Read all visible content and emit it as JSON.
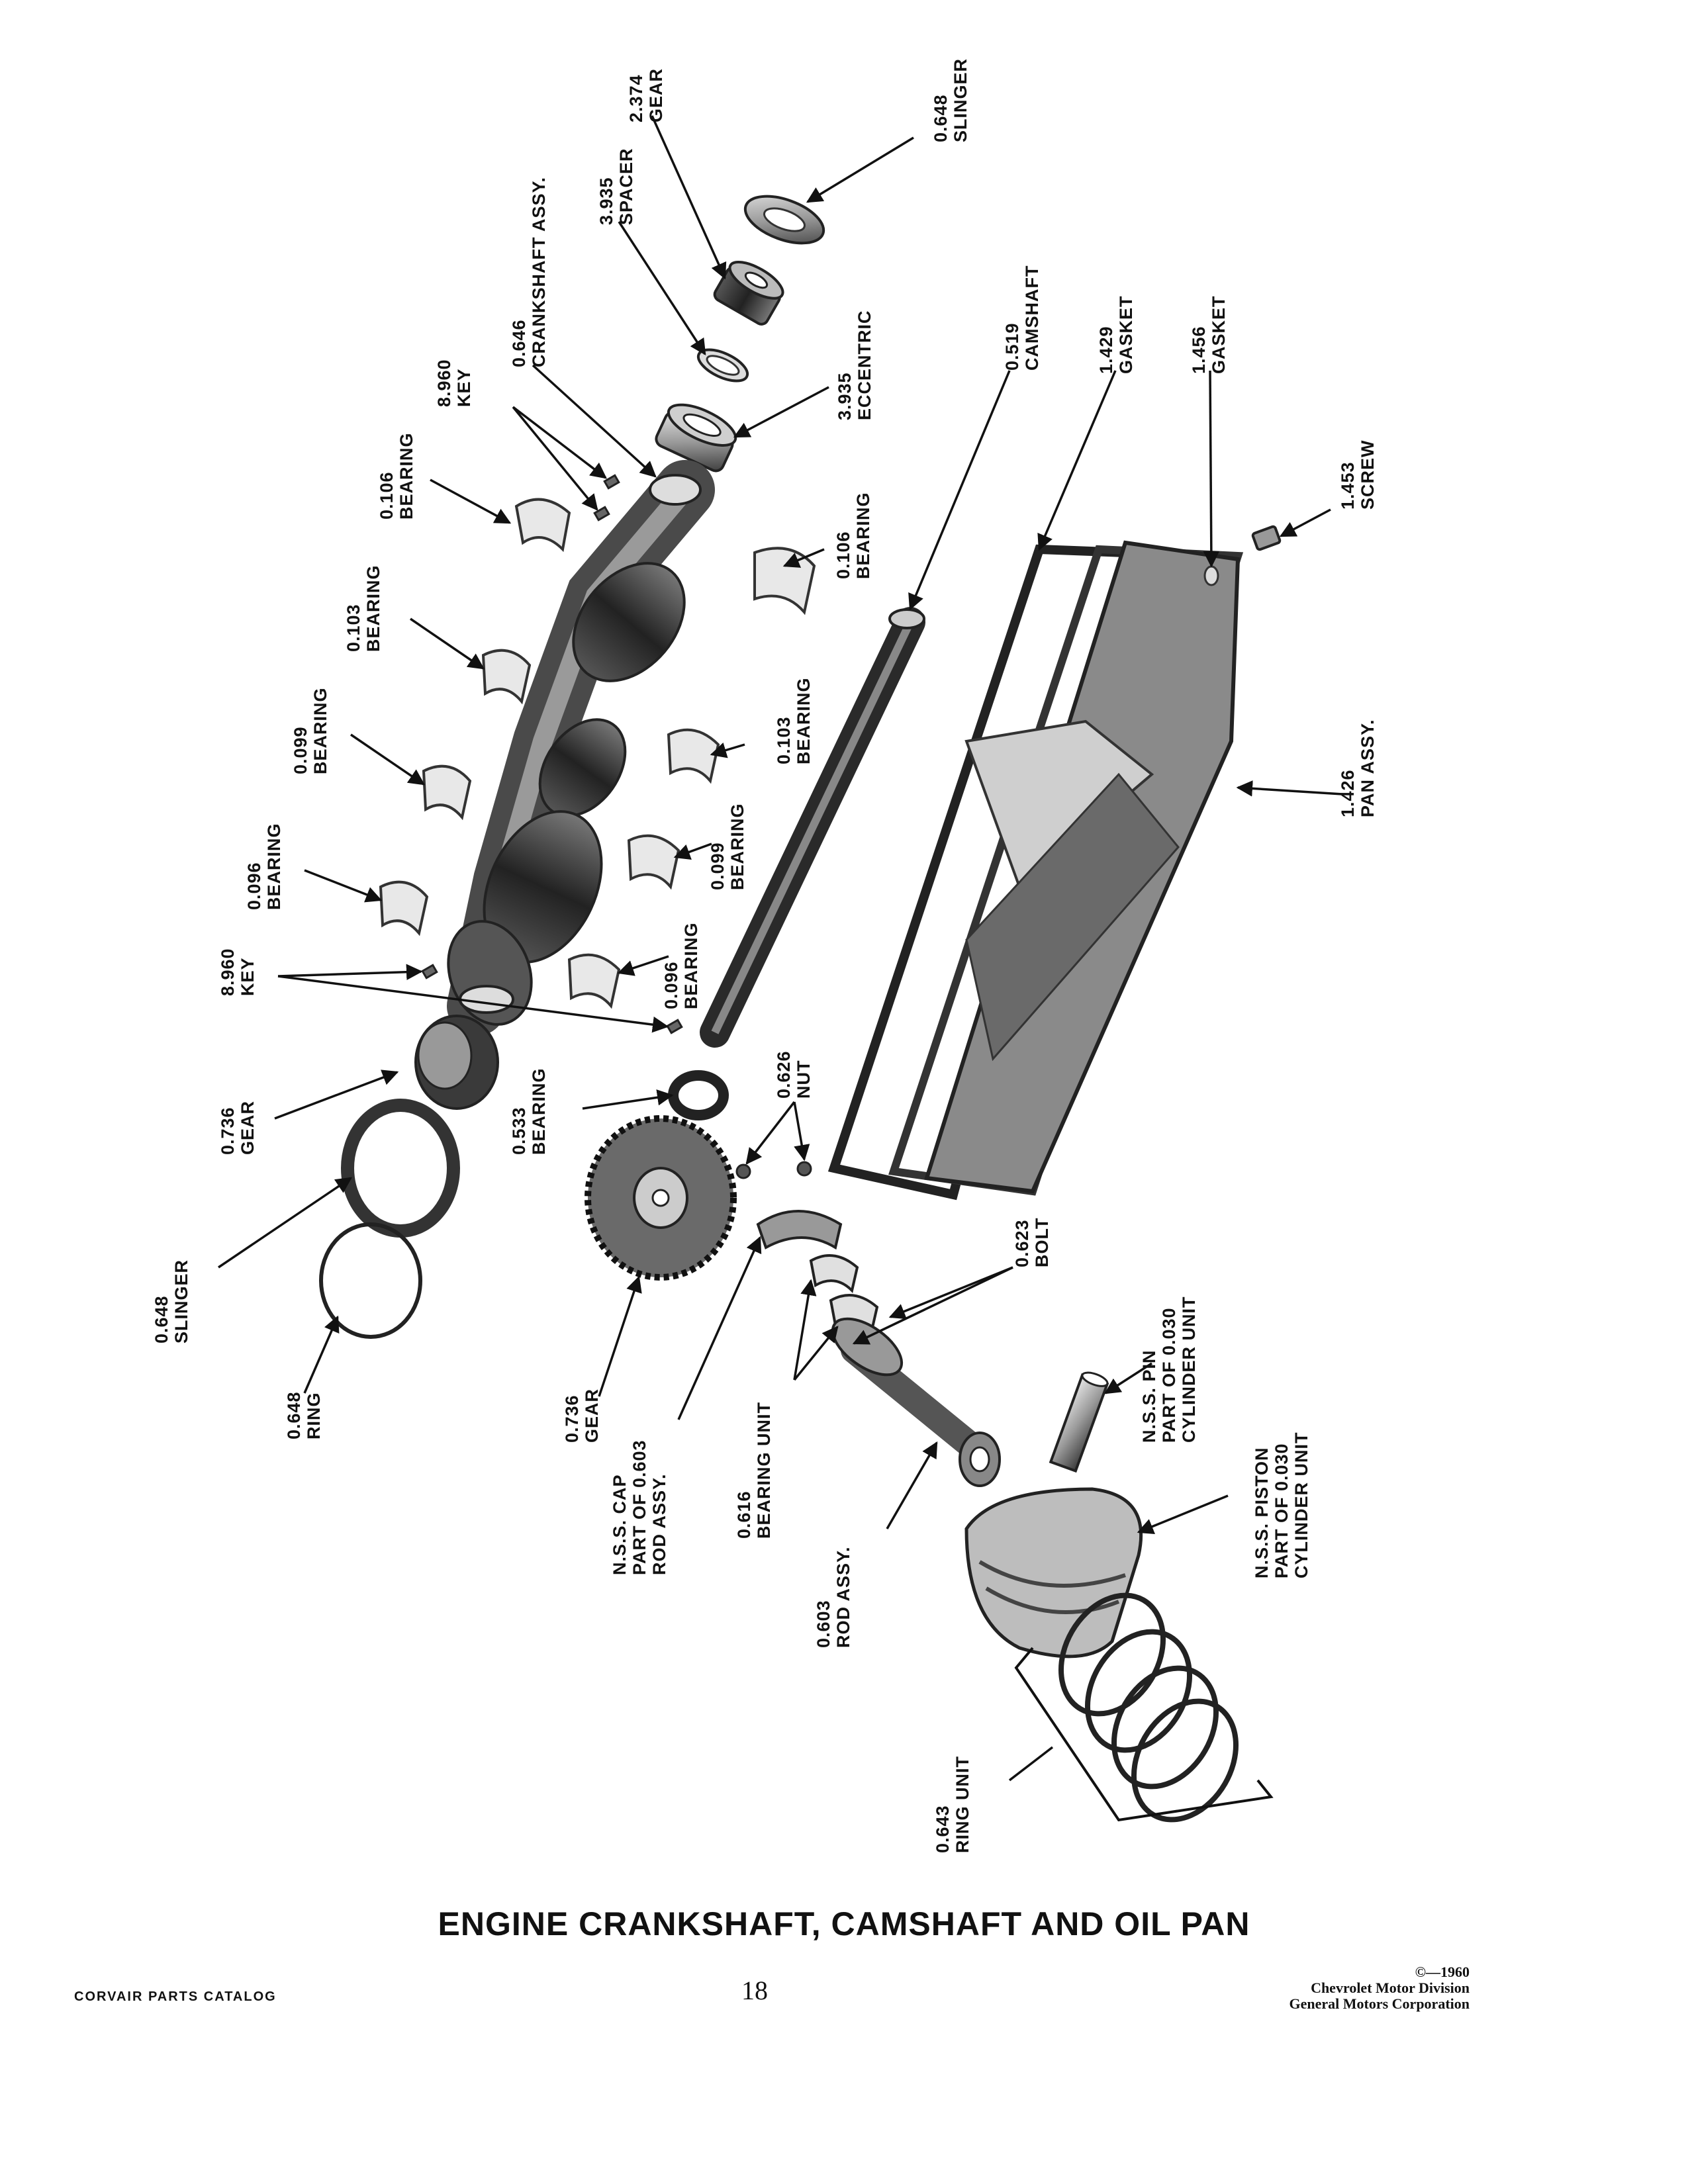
{
  "title": "ENGINE CRANKSHAFT, CAMSHAFT AND OIL PAN",
  "page_number": "18",
  "catalog_name": "CORVAIR PARTS CATALOG",
  "copyright": [
    "©—1960",
    "Chevrolet Motor Division",
    "General Motors Corporation"
  ],
  "callouts": [
    {
      "id": "slinger-top",
      "lines": [
        "0.648",
        "SLINGER"
      ]
    },
    {
      "id": "gear-top",
      "lines": [
        "2.374",
        "GEAR"
      ]
    },
    {
      "id": "spacer",
      "lines": [
        "3.935",
        "SPACER"
      ]
    },
    {
      "id": "crankshaft-assy",
      "lines": [
        "0.646",
        "CRANKSHAFT ASSY."
      ]
    },
    {
      "id": "key-top",
      "lines": [
        "8.960",
        "KEY"
      ]
    },
    {
      "id": "eccentric",
      "lines": [
        "3.935",
        "ECCENTRIC"
      ]
    },
    {
      "id": "camshaft",
      "lines": [
        "0.519",
        "CAMSHAFT"
      ]
    },
    {
      "id": "gasket-1429",
      "lines": [
        "1.429",
        "GASKET"
      ]
    },
    {
      "id": "gasket-1456",
      "lines": [
        "1.456",
        "GASKET"
      ]
    },
    {
      "id": "screw",
      "lines": [
        "1.453",
        "SCREW"
      ]
    },
    {
      "id": "bearing-106-left",
      "lines": [
        "0.106",
        "BEARING"
      ]
    },
    {
      "id": "bearing-106-right",
      "lines": [
        "0.106",
        "BEARING"
      ]
    },
    {
      "id": "bearing-103-left",
      "lines": [
        "0.103",
        "BEARING"
      ]
    },
    {
      "id": "bearing-103-right",
      "lines": [
        "0.103",
        "BEARING"
      ]
    },
    {
      "id": "bearing-099-left",
      "lines": [
        "0.099",
        "BEARING"
      ]
    },
    {
      "id": "bearing-099-right",
      "lines": [
        "0.099",
        "BEARING"
      ]
    },
    {
      "id": "bearing-096-left",
      "lines": [
        "0.096",
        "BEARING"
      ]
    },
    {
      "id": "bearing-096-right",
      "lines": [
        "0.096",
        "BEARING"
      ]
    },
    {
      "id": "pan-assy",
      "lines": [
        "1.426",
        "PAN ASSY."
      ]
    },
    {
      "id": "key-bottom",
      "lines": [
        "8.960",
        "KEY"
      ]
    },
    {
      "id": "gear-736-left",
      "lines": [
        "0.736",
        "GEAR"
      ]
    },
    {
      "id": "bearing-533",
      "lines": [
        "0.533",
        "BEARING"
      ]
    },
    {
      "id": "nut",
      "lines": [
        "0.626",
        "NUT"
      ]
    },
    {
      "id": "slinger-bottom",
      "lines": [
        "0.648",
        "SLINGER"
      ]
    },
    {
      "id": "ring",
      "lines": [
        "0.648",
        "RING"
      ]
    },
    {
      "id": "gear-736-bottom",
      "lines": [
        "0.736",
        "GEAR"
      ]
    },
    {
      "id": "cap",
      "lines": [
        "N.S.S. CAP",
        "PART OF 0.603",
        "ROD ASSY."
      ]
    },
    {
      "id": "bearing-unit",
      "lines": [
        "0.616",
        "BEARING UNIT"
      ]
    },
    {
      "id": "bolt",
      "lines": [
        "0.623",
        "BOLT"
      ]
    },
    {
      "id": "pin",
      "lines": [
        "N.S.S. PIN",
        "PART OF 0.030",
        "CYLINDER UNIT"
      ]
    },
    {
      "id": "rod-assy",
      "lines": [
        "0.603",
        "ROD ASSY."
      ]
    },
    {
      "id": "piston",
      "lines": [
        "N.S.S. PISTON",
        "PART OF 0.030",
        "CYLINDER UNIT"
      ]
    },
    {
      "id": "ring-unit",
      "lines": [
        "0.643",
        "RING UNIT"
      ]
    }
  ]
}
